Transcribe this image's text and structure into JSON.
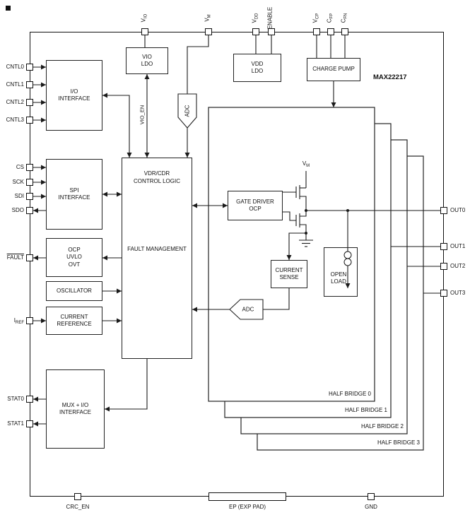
{
  "title": "MAX22217",
  "pins": {
    "top": [
      {
        "name": "VIO",
        "main": "V",
        "sub": "IO"
      },
      {
        "name": "VM",
        "main": "V",
        "sub": "M"
      },
      {
        "name": "VDD",
        "main": "V",
        "sub": "DD"
      },
      {
        "name": "ENABLE",
        "main": "ENABLE",
        "sub": ""
      },
      {
        "name": "VCP",
        "main": "V",
        "sub": "CP"
      },
      {
        "name": "CFP",
        "main": "C",
        "sub": "FP"
      },
      {
        "name": "CFN",
        "main": "C",
        "sub": "FN"
      }
    ],
    "left": [
      {
        "name": "CNTL0",
        "main": "CNTL0",
        "sub": ""
      },
      {
        "name": "CNTL1",
        "main": "CNTL1",
        "sub": ""
      },
      {
        "name": "CNTL2",
        "main": "CNTL2",
        "sub": ""
      },
      {
        "name": "CNTL3",
        "main": "CNTL3",
        "sub": ""
      },
      {
        "name": "CS",
        "main": "CS",
        "sub": ""
      },
      {
        "name": "SCK",
        "main": "SCK",
        "sub": ""
      },
      {
        "name": "SDI",
        "main": "SDI",
        "sub": ""
      },
      {
        "name": "SDO",
        "main": "SDO",
        "sub": ""
      },
      {
        "name": "FAULT",
        "main": "FAULT",
        "sub": ""
      },
      {
        "name": "IREF",
        "main": "I",
        "sub": "REF"
      },
      {
        "name": "STAT0",
        "main": "STAT0",
        "sub": ""
      },
      {
        "name": "STAT1",
        "main": "STAT1",
        "sub": ""
      }
    ],
    "right": [
      {
        "name": "OUT0",
        "main": "OUT0"
      },
      {
        "name": "OUT1",
        "main": "OUT1"
      },
      {
        "name": "OUT2",
        "main": "OUT2"
      },
      {
        "name": "OUT3",
        "main": "OUT3"
      }
    ],
    "bottom": [
      {
        "name": "CRC_EN",
        "main": "CRC_EN"
      },
      {
        "name": "EP",
        "main": "EP (EXP PAD)"
      },
      {
        "name": "GND",
        "main": "GND"
      }
    ]
  },
  "blocks": {
    "io_interface": {
      "line1": "I/O",
      "line2": "INTERFACE"
    },
    "vio_ldo": {
      "line1": "VIO",
      "line2": "LDO"
    },
    "vdd_ldo": {
      "line1": "VDD",
      "line2": "LDO"
    },
    "charge_pump": {
      "line1": "CHARGE PUMP"
    },
    "adc_top": {
      "label": "ADC"
    },
    "spi_interface": {
      "line1": "SPI",
      "line2": "INTERFACE"
    },
    "control_logic": {
      "line1": "VDR/CDR",
      "line2": "CONTROL LOGIC",
      "line3": "FAULT MANAGEMENT"
    },
    "ocp_uvlo_ovt": {
      "line1": "OCP",
      "line2": "UVLO",
      "line3": "OVT"
    },
    "oscillator": {
      "line1": "OSCILLATOR"
    },
    "current_reference": {
      "line1": "CURRENT",
      "line2": "REFERENCE"
    },
    "mux_io": {
      "line1": "MUX + I/O",
      "line2": "INTERFACE"
    },
    "gate_driver": {
      "line1": "GATE DRIVER",
      "line2": "OCP"
    },
    "current_sense": {
      "line1": "CURRENT",
      "line2": "SENSE"
    },
    "open_load": {
      "line1": "OPEN",
      "line2": "LOAD"
    },
    "adc_bottom": {
      "label": "ADC"
    },
    "half_bridges": [
      "HALF BRIDGE 0",
      "HALF BRIDGE 1",
      "HALF BRIDGE 2",
      "HALF BRIDGE 3"
    ]
  },
  "signals": {
    "vio_en": "VIO_EN",
    "vm_main": "V",
    "vm_sub": "M"
  },
  "colors": {
    "line": "#1a1a1a",
    "block_border": "#222222",
    "background": "#ffffff"
  }
}
